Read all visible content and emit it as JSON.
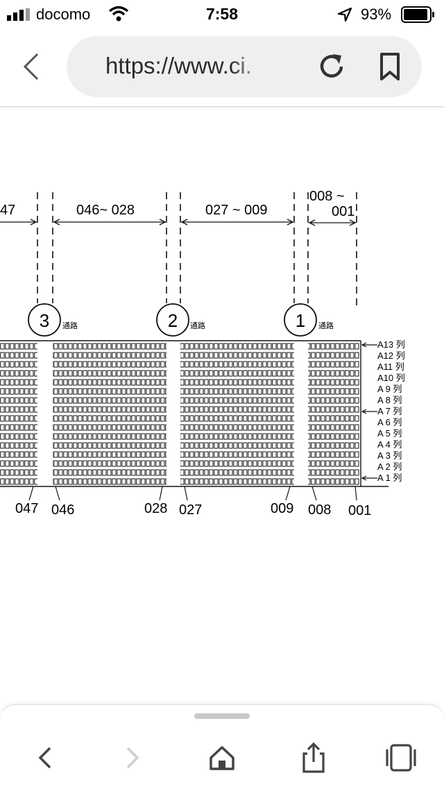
{
  "status": {
    "carrier": "docomo",
    "time": "7:58",
    "battery": "93%"
  },
  "browser": {
    "url": "https://www.ci.",
    "colors": {
      "field": "#efefef"
    }
  },
  "figure": {
    "top_labels": {
      "range_left": "47",
      "range_mid": "046~ 028",
      "range_right": "027 ~ 009",
      "range_end_top": "008 ~",
      "range_end_bottom": "001"
    },
    "passages": [
      {
        "num": "3",
        "label": "通路"
      },
      {
        "num": "2",
        "label": "通路"
      },
      {
        "num": "1",
        "label": "通路"
      }
    ],
    "rows": [
      "A13 列",
      "A12 列",
      "A11 列",
      "A10 列",
      "A 9 列",
      "A 8 列",
      "A 7 列",
      "A 6 列",
      "A 5 列",
      "A 4 列",
      "A 3 列",
      "A 2 列",
      "A 1 列"
    ],
    "bottom_labels": [
      "047",
      "046",
      "028",
      "027",
      "009",
      "008",
      "001"
    ]
  },
  "toolbar": {
    "icons": [
      "back-icon",
      "forward-icon",
      "home-icon",
      "share-icon",
      "tabs-icon"
    ]
  }
}
